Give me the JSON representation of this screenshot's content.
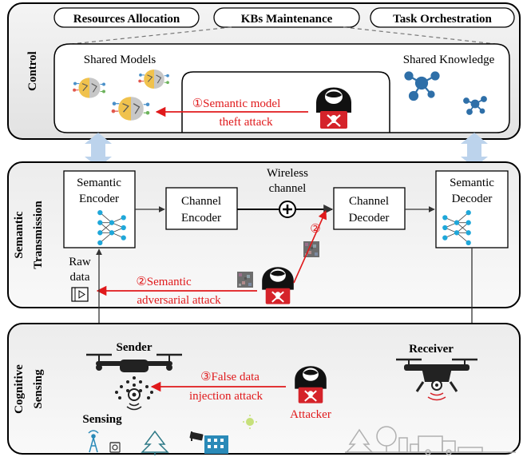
{
  "control": {
    "title": "Control",
    "tabs": [
      "Resources Allocation",
      "KBs Maintenance",
      "Task Orchestration"
    ],
    "shared_models": "Shared Models",
    "shared_knowledge": "Shared Knowledge",
    "attack1_line1": "①Semantic model",
    "attack1_line2": "theft attack"
  },
  "transmission": {
    "title_line1": "Semantic",
    "title_line2": "Transmission",
    "encoder_line1": "Semantic",
    "encoder_line2": "Encoder",
    "channel_encoder_line1": "Channel",
    "channel_encoder_line2": "Encoder",
    "wireless_line1": "Wireless",
    "wireless_line2": "channel",
    "channel_decoder_line1": "Channel",
    "channel_decoder_line2": "Decoder",
    "decoder_line1": "Semantic",
    "decoder_line2": "Decoder",
    "raw_line1": "Raw",
    "raw_line2": "data",
    "attack2_marker": "②",
    "attack2_line1": "②Semantic",
    "attack2_line2": "adversarial attack"
  },
  "sensing": {
    "title_line1": "Cognitive",
    "title_line2": "Sensing",
    "sender": "Sender",
    "sensing": "Sensing",
    "receiver": "Receiver",
    "attack3_line1": "③False data",
    "attack3_line2": "injection attack",
    "attacker": "Attacker"
  },
  "colors": {
    "attack_red": "#e0191b",
    "arrow_blue": "#bcd3ec",
    "network_blue": "#2e6fa8"
  }
}
